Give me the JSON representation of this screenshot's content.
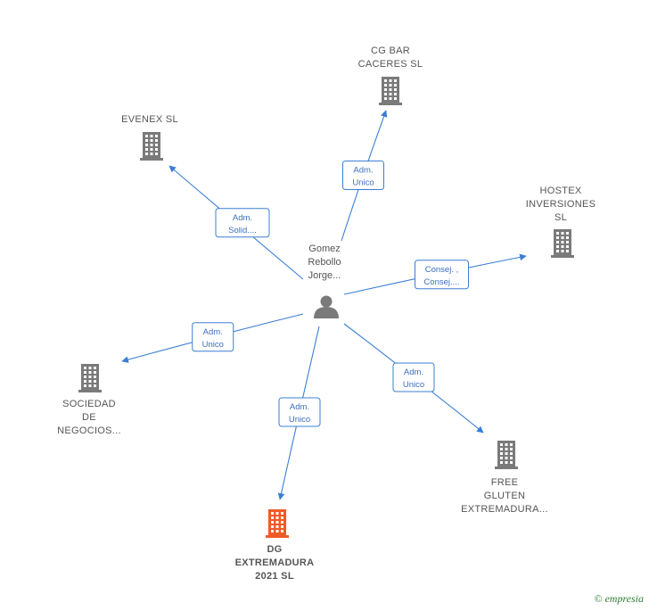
{
  "center": {
    "lines": [
      "Gomez",
      "Rebollo",
      "Jorge..."
    ]
  },
  "colors": {
    "building": "#7a7a7a",
    "highlight": "#f05a28",
    "edge": "#3b7fd4",
    "person": "#7a7a7a"
  },
  "nodes": [
    {
      "id": "cg-bar",
      "lines": [
        "CG BAR",
        "CACERES  SL"
      ],
      "highlight": false
    },
    {
      "id": "evenex",
      "lines": [
        "EVENEX  SL"
      ],
      "highlight": false
    },
    {
      "id": "hostex",
      "lines": [
        "HOSTEX",
        "INVERSIONES",
        "SL"
      ],
      "highlight": false
    },
    {
      "id": "sociedad",
      "lines": [
        "SOCIEDAD",
        "DE",
        "NEGOCIOS..."
      ],
      "highlight": false
    },
    {
      "id": "dg",
      "lines": [
        "DG",
        "EXTREMADURA",
        "2021  SL"
      ],
      "highlight": true
    },
    {
      "id": "free-gluten",
      "lines": [
        "FREE",
        "GLUTEN",
        "EXTREMADURA..."
      ],
      "highlight": false
    }
  ],
  "edges": [
    {
      "to": "cg-bar",
      "lines": [
        "Adm.",
        "Unico"
      ]
    },
    {
      "to": "evenex",
      "lines": [
        "Adm.",
        "Solid...."
      ]
    },
    {
      "to": "hostex",
      "lines": [
        "Consej. ,",
        "Consej...."
      ]
    },
    {
      "to": "sociedad",
      "lines": [
        "Adm.",
        "Unico"
      ]
    },
    {
      "to": "dg",
      "lines": [
        "Adm.",
        "Unico"
      ]
    },
    {
      "to": "free-gluten",
      "lines": [
        "Adm.",
        "Unico"
      ]
    }
  ],
  "brand": {
    "copyright": "©",
    "name": "empresia"
  }
}
